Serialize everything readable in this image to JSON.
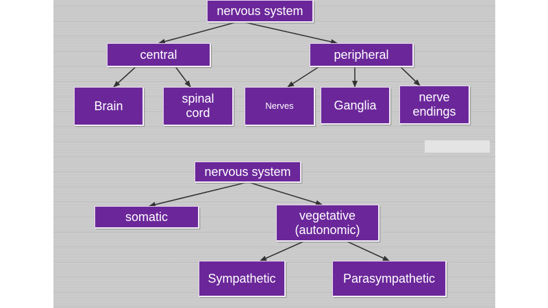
{
  "colors": {
    "node_fill": "#6b279a",
    "node_text": "#ffffff",
    "edge": "#333333",
    "background": "#c9c9c9"
  },
  "diagram_top": {
    "root": "nervous system",
    "central": "central",
    "peripheral": "peripheral",
    "brain": "Brain",
    "spinal_cord": "spinal\ncord",
    "nerves": "Nerves",
    "ganglia": "Ganglia",
    "nerve_endings": "nerve\nendings"
  },
  "diagram_bottom": {
    "root": "nervous system",
    "somatic": "somatic",
    "vegetative": "vegetative\n(autonomic)",
    "sympathetic": "Sympathetic",
    "parasympathetic": "Parasympathetic"
  }
}
